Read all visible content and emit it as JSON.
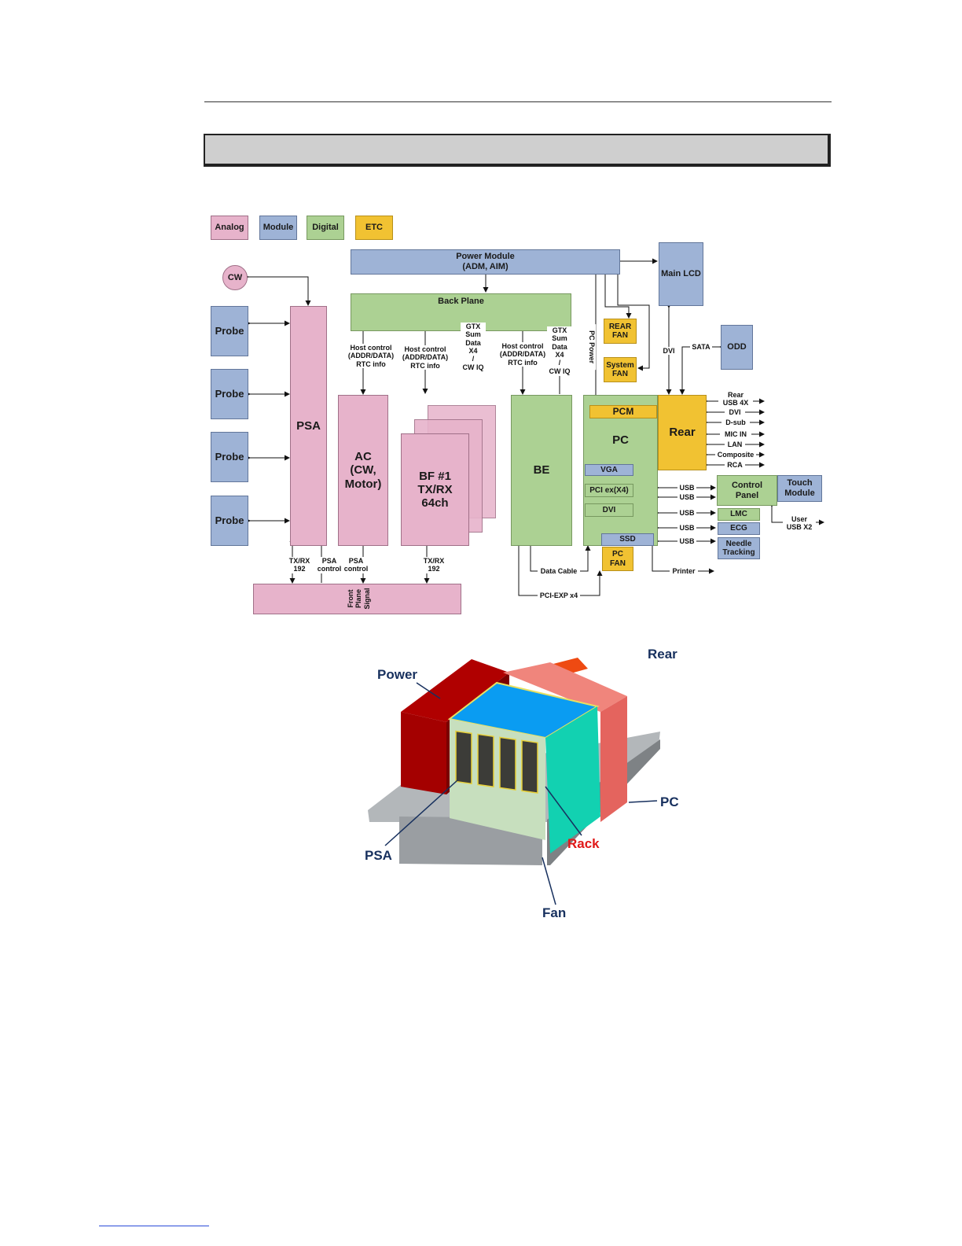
{
  "legend": {
    "analog": "Analog",
    "module": "Module",
    "digital": "Digital",
    "etc": "ETC"
  },
  "blocks": {
    "power_module": "Power Module\n(ADM, AIM)",
    "main_lcd": "Main LCD",
    "cw": "CW",
    "back_plane": "Back Plane",
    "probe": "Probe",
    "psa": "PSA",
    "ac": "AC\n(CW,\nMotor)",
    "bf": "BF #1\nTX/RX\n64ch",
    "be": "BE",
    "pc": "PC",
    "pcm": "PCM",
    "vga": "VGA",
    "pci_ex": "PCI ex(X4)",
    "dvi": "DVI",
    "ssd": "SSD",
    "pc_fan": "PC\nFAN",
    "rear_fan": "REAR\nFAN",
    "system_fan": "System\nFAN",
    "odd": "ODD",
    "rear": "Rear",
    "control_panel": "Control\nPanel",
    "touch_module": "Touch\nModule",
    "lmc": "LMC",
    "ecg": "ECG",
    "needle_tracking": "Needle\nTracking",
    "front_plane": "Front\nPlane\nSignal"
  },
  "labels": {
    "host_control_1": "Host control\n(ADDR/DATA)\nRTC info",
    "host_control_2": "Host control\n(ADDR/DATA)\nRTC info",
    "host_control_3": "Host control\n(ADDR/DATA)\nRTC info",
    "gtx_1": "GTX\nSum\nData\nX4\n/\nCW IQ",
    "gtx_2": "GTX\nSum\nData\nX4\n/\nCW IQ",
    "pc_power": "PC Power",
    "dvi": "DVI",
    "sata": "SATA",
    "rear_usb": "Rear\nUSB 4X",
    "rear_dvi": "DVI",
    "dsub": "D-sub",
    "mic_in": "MIC IN",
    "lan": "LAN",
    "composite": "Composite",
    "rca": "RCA",
    "usb_1": "USB",
    "usb_2": "USB",
    "usb_3": "USB",
    "usb_4": "USB",
    "usb_5": "USB",
    "user_usb": "User\nUSB X2",
    "printer": "Printer",
    "data_cable": "Data Cable",
    "pci_exp": "PCI-EXP x4",
    "txrx_192_a": "TX/RX\n192",
    "psa_control_a": "PSA\ncontrol",
    "psa_control_b": "PSA\ncontrol",
    "txrx_192_b": "TX/RX\n192"
  },
  "rack": {
    "power": "Power",
    "rear": "Rear",
    "pc": "PC",
    "psa": "PSA",
    "rack": "Rack",
    "fan": "Fan"
  },
  "colors": {
    "analog": "#e7b3cb",
    "module": "#9eb3d6",
    "digital": "#acd193",
    "etc": "#f1c232",
    "rack_label": "#e01818"
  }
}
